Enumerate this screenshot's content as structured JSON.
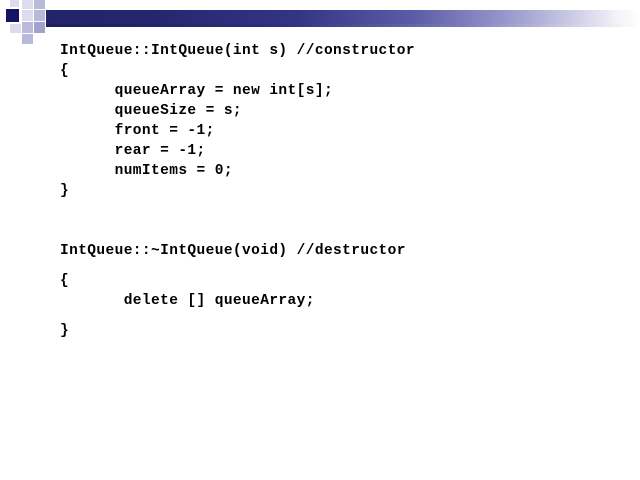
{
  "slide": {
    "background_color": "#ffffff",
    "header": {
      "accent_dark_color": "#141466",
      "accent_light_color": "#b9b9da",
      "gradient_from": "#23236c",
      "gradient_to": "#ffffff",
      "decoration_name": "navy-gradient-bar-with-squares"
    },
    "code": {
      "language": "cpp",
      "text_color": "#000000",
      "lines": [
        {
          "text": "IntQueue::IntQueue(int s) //constructor",
          "indent": 0,
          "kind": "code"
        },
        {
          "text": "{",
          "indent": 0,
          "kind": "code"
        },
        {
          "text": "      queueArray = new int[s];",
          "indent": 6,
          "kind": "code"
        },
        {
          "text": "      queueSize = s;",
          "indent": 6,
          "kind": "code"
        },
        {
          "text": "      front = -1;",
          "indent": 6,
          "kind": "code"
        },
        {
          "text": "      rear = -1;",
          "indent": 6,
          "kind": "code"
        },
        {
          "text": "      numItems = 0;",
          "indent": 6,
          "kind": "code"
        },
        {
          "text": "}",
          "indent": 0,
          "kind": "code"
        },
        {
          "text": "",
          "indent": 0,
          "kind": "blank"
        },
        {
          "text": "",
          "indent": 0,
          "kind": "blank"
        },
        {
          "text": "IntQueue::~IntQueue(void) //destructor",
          "indent": 0,
          "kind": "code"
        },
        {
          "text": "",
          "indent": 0,
          "kind": "gap-half"
        },
        {
          "text": "{",
          "indent": 0,
          "kind": "code"
        },
        {
          "text": "       delete [] queueArray;",
          "indent": 7,
          "kind": "code"
        },
        {
          "text": "",
          "indent": 0,
          "kind": "gap-half"
        },
        {
          "text": "}",
          "indent": 0,
          "kind": "code"
        }
      ]
    }
  }
}
